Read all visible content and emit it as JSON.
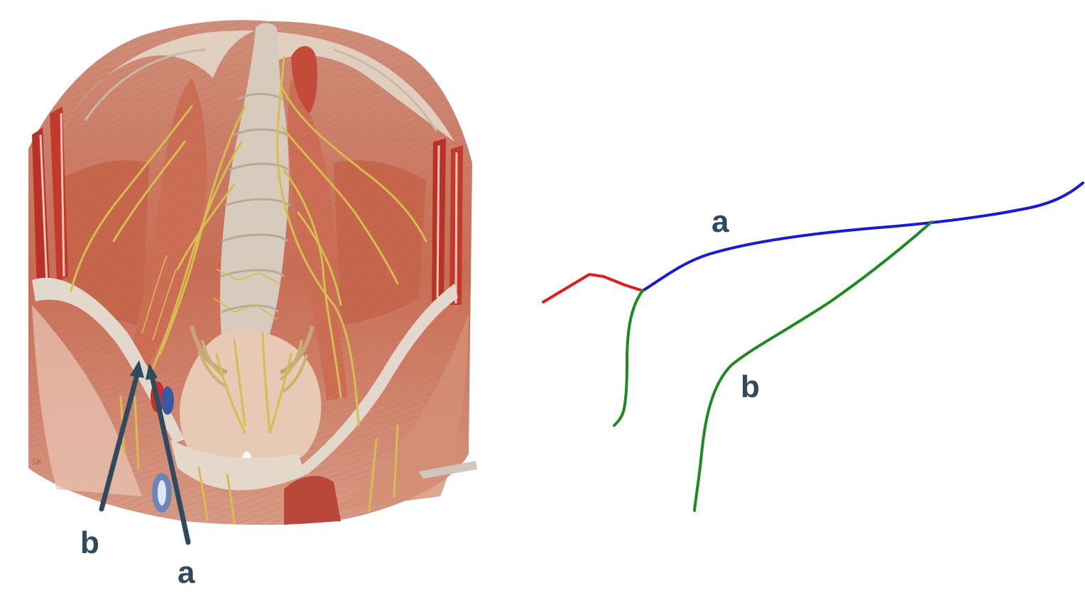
{
  "illustration": {
    "labels": {
      "a": "a",
      "b": "b"
    },
    "artist_mark": "SK"
  },
  "schematic": {
    "labels": {
      "a": "a",
      "b": "b"
    }
  },
  "colors": {
    "label": "#2f4a5e",
    "pointer": "#2f4a5e",
    "nerve_a": "#1a1ad6",
    "nerve_b": "#1f8a1f",
    "red_segment": "#e01c1c",
    "muscle": "#c8725a",
    "fascia": "#d9cfc4",
    "nerve_yellow": "#d8c15a"
  }
}
